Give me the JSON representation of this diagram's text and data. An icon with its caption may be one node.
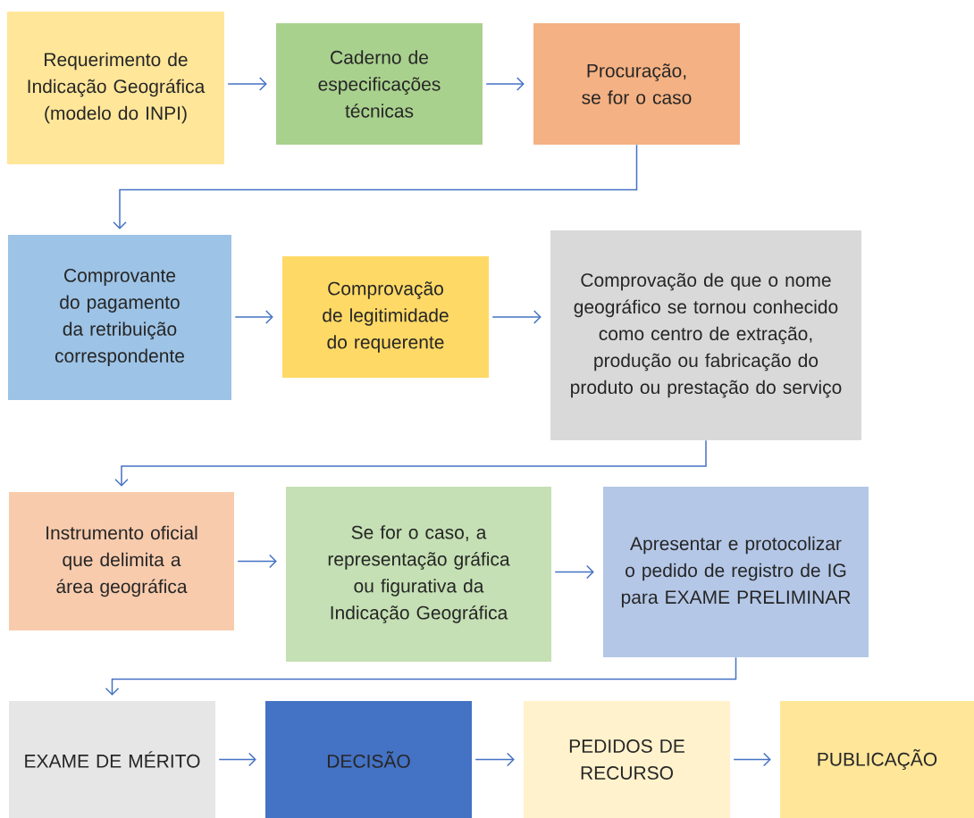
{
  "diagram": {
    "nodes": [
      {
        "text": [
          "Requerimento de Indicação Geográfica (modelo do INPI)"
        ]
      },
      {
        "text": [
          "Caderno de especificações técnicas"
        ]
      },
      {
        "text": [
          "Procuração, se for o caso"
        ]
      },
      {
        "text": [
          "Comprovante do pagamento da retribuição correspondente"
        ]
      },
      {
        "text": [
          "Comprovação de legitimidade do requerente"
        ]
      },
      {
        "text": [
          "Comprovação de que o nome geográfico se tornou conhecido como centro de extração, produção ou fabricação do produto ou prestação do serviço"
        ]
      },
      {
        "text": [
          "Instrumento oficial que delimita a área geográfica"
        ]
      },
      {
        "text": [
          "Se for o caso, a representação gráfica ou figurativa da Indicação Geográfica"
        ]
      },
      {
        "text": [
          "Apresentar e protocolizar o pedido de registro de IG para EXAME PRELIMINAR"
        ]
      },
      {
        "text": [
          "EXAME DE MÉRITO"
        ]
      },
      {
        "text": [
          "DECISÃO"
        ]
      },
      {
        "text": [
          "PEDIDOS DE RECURSO"
        ]
      },
      {
        "text": [
          "PUBLICAÇÃO"
        ]
      }
    ],
    "edges": [
      {
        "from": 0,
        "to": 1,
        "arrow": "to"
      },
      {
        "from": 1,
        "to": 2,
        "arrow": "to"
      },
      {
        "from": 2,
        "to": 3,
        "arrow": "to"
      },
      {
        "from": 3,
        "to": 4,
        "arrow": "to"
      },
      {
        "from": 4,
        "to": 5,
        "arrow": "to"
      },
      {
        "from": 5,
        "to": 6,
        "arrow": "to"
      },
      {
        "from": 6,
        "to": 7,
        "arrow": "to"
      },
      {
        "from": 7,
        "to": 8,
        "arrow": "to"
      },
      {
        "from": 8,
        "to": 9,
        "arrow": "to"
      },
      {
        "from": 9,
        "to": 10,
        "arrow": "to"
      },
      {
        "from": 10,
        "to": 11,
        "arrow": "to"
      },
      {
        "from": 11,
        "to": 12,
        "arrow": "to"
      }
    ]
  }
}
